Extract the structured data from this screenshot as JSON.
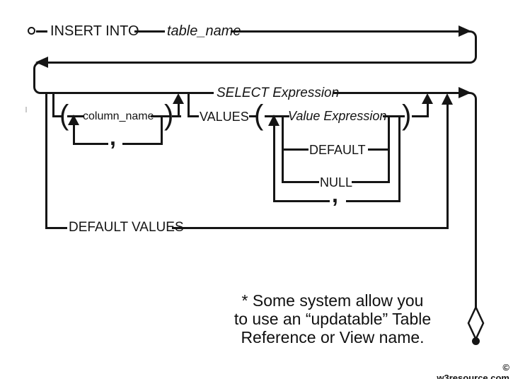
{
  "diagram": {
    "title_hint": "SQL INSERT INTO syntax railroad diagram",
    "labels": {
      "insert_into": "INSERT INTO",
      "table_name": "table_name",
      "select_expression": "SELECT Expression",
      "open_paren": "(",
      "close_paren": ")",
      "column_name": "column_name",
      "comma": ",",
      "values": "VALUES",
      "value_expression": "Value Expression",
      "default_kw": "DEFAULT",
      "null_kw": "NULL",
      "default_values": "DEFAULT VALUES"
    },
    "note": {
      "line1": "* Some system allow you",
      "line2": "to use an “updatable” Table",
      "line3": "Reference or View name."
    },
    "watermark": "© w3resource.com",
    "colors": {
      "line": "#151515",
      "background": "#ffffff"
    }
  }
}
